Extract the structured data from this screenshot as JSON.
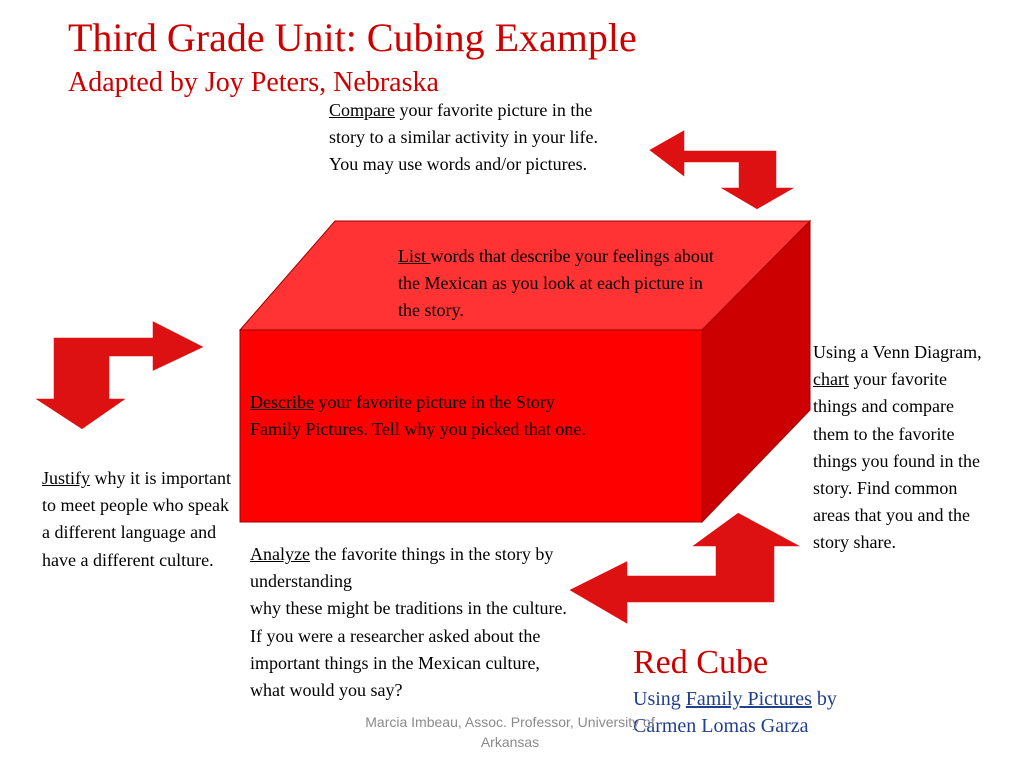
{
  "slide": {
    "title": "Third Grade Unit:  Cubing Example",
    "subtitle": "Adapted by Joy Peters, Nebraska"
  },
  "compare": {
    "keyword": "Compare",
    "text": " your favorite picture in the story to a similar activity in your life.  You may use words and/or pictures."
  },
  "list": {
    "keyword": "List ",
    "text": "words that describe your feelings about the Mexican as you look at each picture in the story."
  },
  "describe": {
    "keyword": "Describe",
    "text": " your favorite picture in the Story Family Pictures.  Tell why you picked that one."
  },
  "justify": {
    "keyword": "Justify",
    "text": " why it is important to meet people who speak a different language and have a different culture."
  },
  "analyze": {
    "keyword": "Analyze",
    "text_1": " the favorite things in the story by understanding",
    "text_2": "why these might be traditions in the culture.  If you were a researcher asked about the important things in the Mexican culture, what would you say?"
  },
  "venn": {
    "prefix": "Using a Venn Diagram, ",
    "keyword": "chart",
    "text": " your favorite things and compare them to the favorite things you found in the story.  Find common areas that you and the story share."
  },
  "red_cube": {
    "title": "Red Cube",
    "using": "Using ",
    "book": "Family Pictures",
    "by": " by Carmen Lomas Garza"
  },
  "footer": {
    "text": "Marcia Imbeau, Assoc. Professor, University of Arkansas"
  },
  "colors": {
    "front": "#ff0000",
    "top": "#ff3333",
    "side": "#cc0000",
    "arrow": "#dd1111",
    "title": "#cc0000",
    "link": "#1f3f8f"
  }
}
